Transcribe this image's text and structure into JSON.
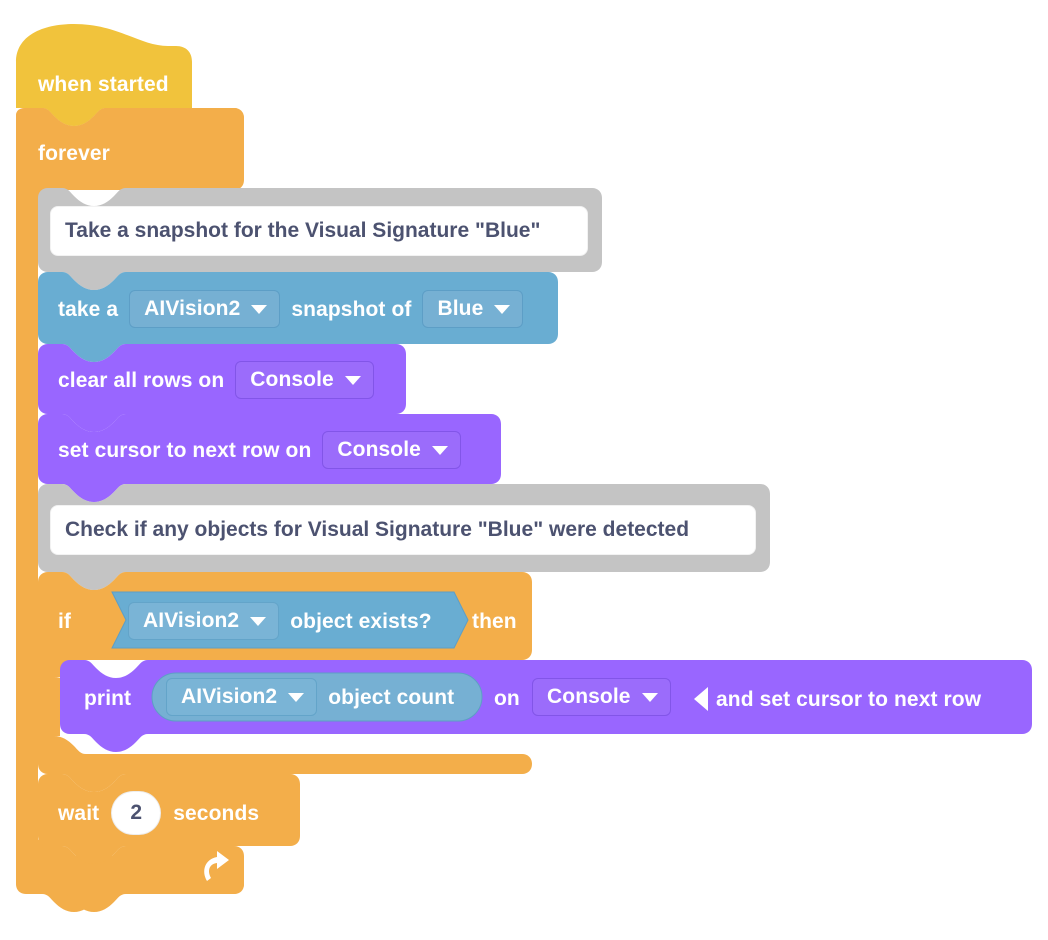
{
  "program": {
    "title": "VEXcode AI Vision block program",
    "colors": {
      "hat_yellow": "#f1c33c",
      "control_orange": "#f3ae4a",
      "control_orange_border": "#dc9a3b",
      "vision_blue": "#69add2",
      "vision_blue_field": "#76b0d3",
      "console_purple": "#9966ff",
      "console_purple_field": "#9b6cfb",
      "comment_grey": "#c4c4c4",
      "comment_white": "#ffffff",
      "text_white": "#ffffff",
      "text_dark": "#4c5270"
    },
    "blocks": {
      "hat": {
        "label": "when started"
      },
      "forever": {
        "label": "forever"
      },
      "comment_snapshot": {
        "text": "Take a snapshot for the Visual Signature \"Blue\""
      },
      "take_snapshot": {
        "prefix": "take a",
        "device": "AIVision2",
        "middle": "snapshot of",
        "signature": "Blue",
        "caret_icon": "chevron-down-icon"
      },
      "clear_rows": {
        "prefix": "clear all rows on",
        "target": "Console",
        "caret_icon": "chevron-down-icon"
      },
      "set_cursor": {
        "prefix": "set cursor to next row on",
        "target": "Console",
        "caret_icon": "chevron-down-icon"
      },
      "comment_check": {
        "text": "Check if any objects for Visual Signature \"Blue\" were detected"
      },
      "if_then": {
        "if_label": "if",
        "then_label": "then",
        "condition": {
          "device": "AIVision2",
          "text": "object exists?",
          "caret_icon": "chevron-down-icon"
        }
      },
      "print": {
        "prefix": "print",
        "reporter": {
          "device": "AIVision2",
          "text": "object count",
          "caret_icon": "chevron-down-icon"
        },
        "on_label": "on",
        "target": "Console",
        "caret_icon": "chevron-down-icon",
        "collapse_icon": "triangle-left-icon",
        "suffix": "and set cursor to next row"
      },
      "wait": {
        "prefix": "wait",
        "value": "2",
        "suffix": "seconds"
      },
      "loop_footer": {
        "icon": "loop-arrow-icon"
      }
    }
  }
}
